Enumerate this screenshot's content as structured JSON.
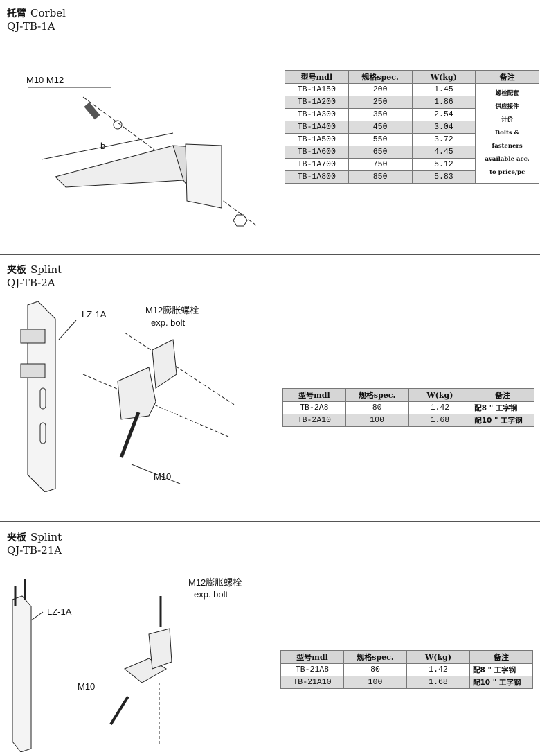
{
  "sections": [
    {
      "title_cn": "托臂",
      "title_en": "Corbel",
      "code": "QJ-TB-1A",
      "drawing_labels": {
        "bolt": "M10  M12",
        "dim": "b"
      },
      "headers": [
        "型号mdl",
        "规格spec.",
        "W(kg)",
        "备注"
      ],
      "rows": [
        [
          "TB-1A150",
          "200",
          "1.45"
        ],
        [
          "TB-1A200",
          "250",
          "1.86"
        ],
        [
          "TB-1A300",
          "350",
          "2.54"
        ],
        [
          "TB-1A400",
          "450",
          "3.04"
        ],
        [
          "TB-1A500",
          "550",
          "3.72"
        ],
        [
          "TB-1A600",
          "650",
          "4.45"
        ],
        [
          "TB-1A700",
          "750",
          "5.12"
        ],
        [
          "TB-1A800",
          "850",
          "5.83"
        ]
      ],
      "note_lines": [
        "螺栓配套",
        "供应接件",
        "计价",
        "Bolts &",
        "fasteners",
        "available acc.",
        "to price/pc"
      ]
    },
    {
      "title_cn": "夹板",
      "title_en": "Splint",
      "code": "QJ-TB-2A",
      "drawing_labels": {
        "rail": "LZ-1A",
        "bolt_cn": "M12膨胀螺栓",
        "bolt_en": "exp. bolt",
        "small_bolt": "M10"
      },
      "headers": [
        "型号mdl",
        "规格spec.",
        "W(kg)",
        "备注"
      ],
      "rows": [
        [
          "TB-2A8",
          "80",
          "1.42",
          "配8 \" 工字钢"
        ],
        [
          "TB-2A10",
          "100",
          "1.68",
          "配10 \" 工字钢"
        ]
      ]
    },
    {
      "title_cn": "夹板",
      "title_en": "Splint",
      "code": "QJ-TB-21A",
      "drawing_labels": {
        "rail": "LZ-1A",
        "bolt_cn": "M12膨胀螺栓",
        "bolt_en": "exp. bolt",
        "small_bolt": "M10"
      },
      "headers": [
        "型号mdl",
        "规格spec.",
        "W(kg)",
        "备注"
      ],
      "rows": [
        [
          "TB-21A8",
          "80",
          "1.42",
          "配8 \" 工字钢"
        ],
        [
          "TB-21A10",
          "100",
          "1.68",
          "配10 \" 工字钢"
        ]
      ]
    }
  ]
}
